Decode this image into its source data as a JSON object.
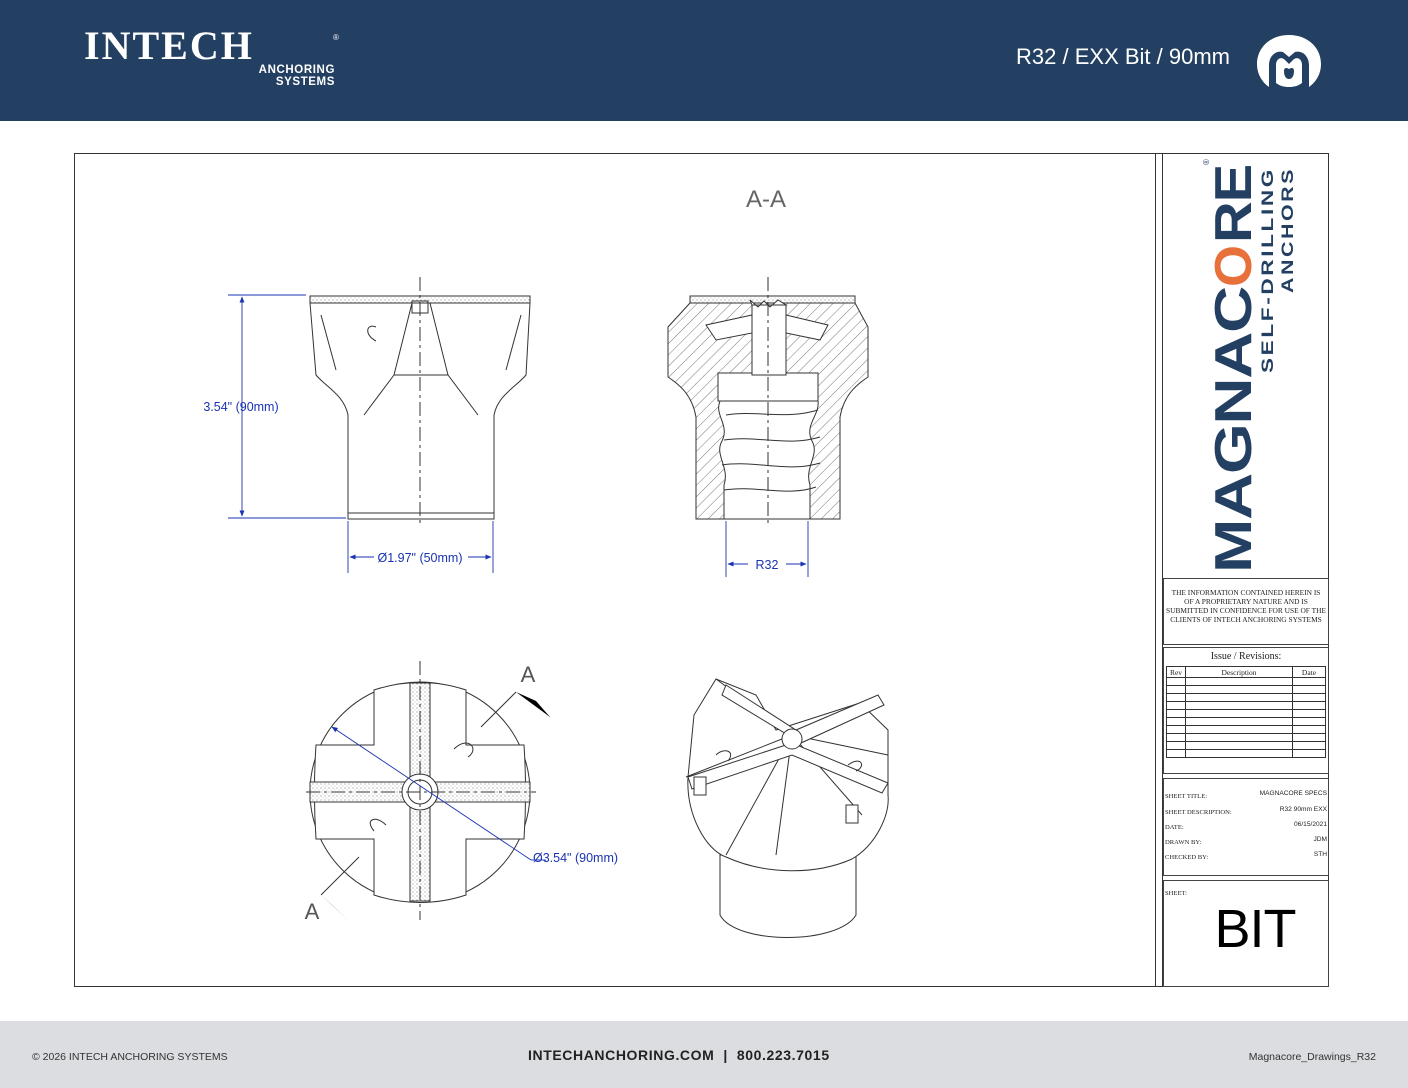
{
  "header": {
    "brand": "INTECH",
    "brand_mark": "®",
    "brand_sub_1": "ANCHORING",
    "brand_sub_2": "SYSTEMS",
    "title": "R32 / EXX Bit / 90mm",
    "logo_icon": "magnacore-m-icon"
  },
  "drawing": {
    "section_label": "A-A",
    "dim_height": "3.54\" (90mm)",
    "dim_shank": "Ø1.97\" (50mm)",
    "dim_thread": "R32",
    "dim_face": "Ø3.54\" (90mm)",
    "cut_mark_top": "A",
    "cut_mark_bottom": "A",
    "dimension_color": "#1a33b3"
  },
  "title_block": {
    "brand_main": "MAGNAC",
    "brand_o": "O",
    "brand_end": "RE",
    "brand_reg": "®",
    "brand_tag_1": "SELF-DRILLING",
    "brand_tag_2": "ANCHORS",
    "brand_color": "#234063",
    "accent_color": "#e8703a",
    "confidential": "THE INFORMATION CONTAINED HEREIN IS OF A PROPRIETARY NATURE AND IS SUBMITTED IN CONFIDENCE FOR USE OF THE CLIENTS OF INTECH ANCHORING SYSTEMS",
    "revisions_title": "Issue / Revisions:",
    "rev_headers": [
      "Rev",
      "Description",
      "Date"
    ],
    "sheet_info": [
      {
        "label": "SHEET TITLE:",
        "value": "MAGNACORE SPECS"
      },
      {
        "label": "SHEET DESCRIPTION:",
        "value": "R32 90mm EXX"
      },
      {
        "label": "DATE:",
        "value": "06/15/2021"
      },
      {
        "label": "DRAWN BY:",
        "value": "JDM"
      },
      {
        "label": "CHECKED BY:",
        "value": "STH"
      }
    ],
    "sheet_label": "SHEET:",
    "sheet_name": "BIT"
  },
  "footer": {
    "copyright": "© 2026 INTECH ANCHORING SYSTEMS",
    "website_phone": "INTECHANCHORING.COM  |  800.223.7015",
    "file_name": "Magnacore_Drawings_R32"
  }
}
